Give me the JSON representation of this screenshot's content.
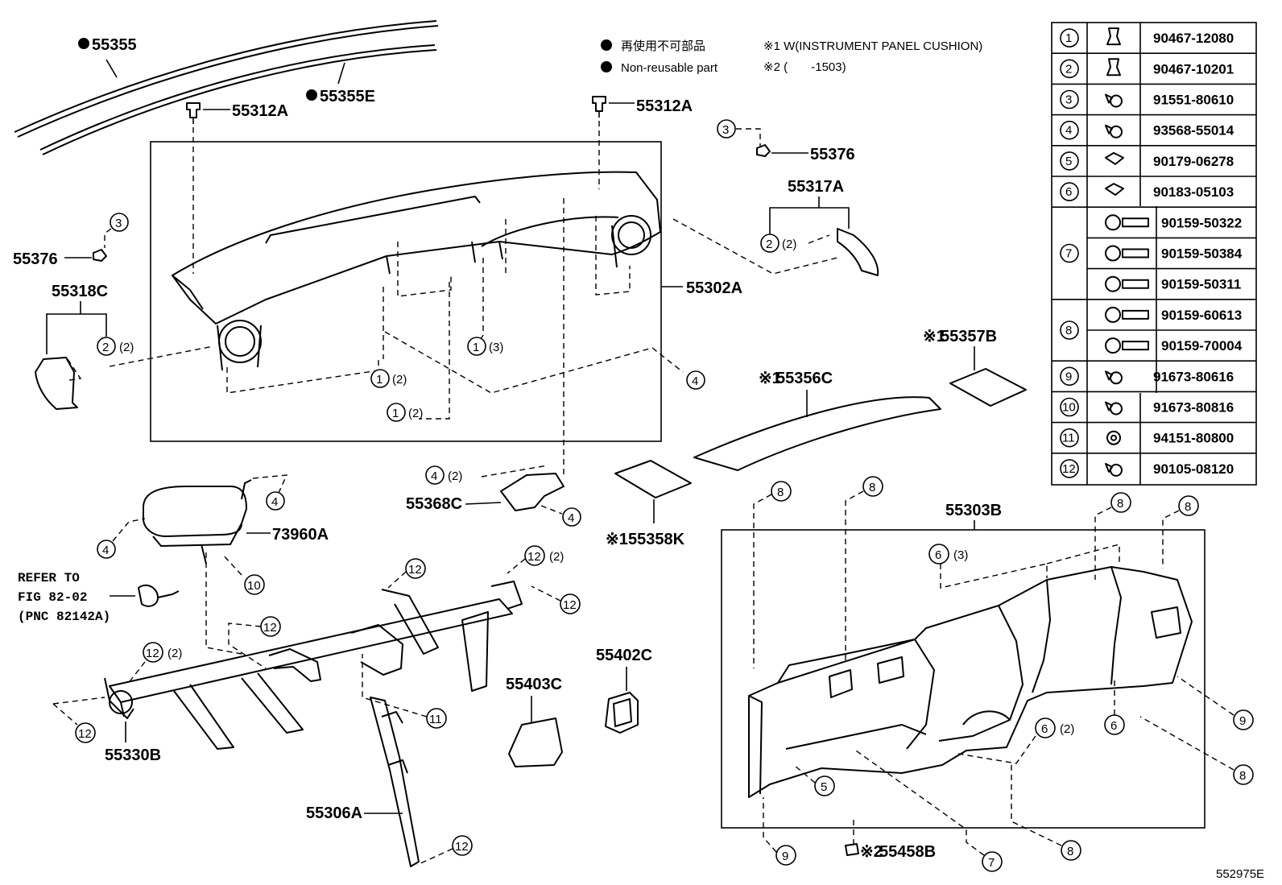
{
  "legend": {
    "nonreusable_jp": "再使用不可部品",
    "nonreusable_en": "Non-reusable part",
    "note1": "※1 W(INSTRUMENT PANEL CUSHION)",
    "note2": "※2 (       -1503)"
  },
  "labels": {
    "l55355": "55355",
    "l55355e": "55355E",
    "l55312a_left": "55312A",
    "l55312a_right": "55312A",
    "l55376_right": "55376",
    "l55376_left": "55376",
    "l55317a": "55317A",
    "l55318c": "55318C",
    "l55302a": "55302A",
    "l55357b": "55357B",
    "l55356c": "55356C",
    "l55368c": "55368C",
    "l55358k": "55358K",
    "l73960a": "73960A",
    "l55303b": "55303B",
    "l55330b": "55330B",
    "l55403c": "55403C",
    "l55402c": "55402C",
    "l55306a": "55306A",
    "l55458b": "55458B",
    "mark1_a": "※1",
    "mark1_b": "※1",
    "mark1_c": "※1",
    "mark2": "※2",
    "refer1": "REFER TO",
    "refer2": "FIG 82-02",
    "refer3": "(PNC 82142A)",
    "figcode": "552975E"
  },
  "callouts": {
    "c1": "1",
    "c2": "2",
    "c3": "3",
    "c4": "4",
    "c5": "5",
    "c6": "6",
    "c7": "7",
    "c8": "8",
    "c9": "9",
    "c10": "10",
    "c11": "11",
    "c12": "12",
    "q2": "(2)",
    "q3": "(3)"
  },
  "fastener_table": [
    {
      "no": "1",
      "icon": "clip-icon",
      "parts": [
        "90467-12080"
      ]
    },
    {
      "no": "2",
      "icon": "clip-icon",
      "parts": [
        "90467-10201"
      ]
    },
    {
      "no": "3",
      "icon": "screw-icon",
      "parts": [
        "91551-80610"
      ]
    },
    {
      "no": "4",
      "icon": "screw-icon",
      "parts": [
        "93568-55014"
      ]
    },
    {
      "no": "5",
      "icon": "nut-clip-icon",
      "parts": [
        "90179-06278"
      ]
    },
    {
      "no": "6",
      "icon": "nut-clip-icon",
      "parts": [
        "90183-05103"
      ]
    },
    {
      "no": "7",
      "icon": "bolt-icon",
      "parts": [
        "90159-50322",
        "90159-50384",
        "90159-50311"
      ]
    },
    {
      "no": "8",
      "icon": "bolt-icon",
      "parts": [
        "90159-60613",
        "90159-70004"
      ]
    },
    {
      "no": "9",
      "icon": "screw-icon",
      "parts": [
        "91673-80616"
      ]
    },
    {
      "no": "10",
      "icon": "screw-icon",
      "parts": [
        "91673-80816"
      ]
    },
    {
      "no": "11",
      "icon": "nut-icon",
      "parts": [
        "94151-80800"
      ]
    },
    {
      "no": "12",
      "icon": "screw-icon",
      "parts": [
        "90105-08120"
      ]
    }
  ]
}
